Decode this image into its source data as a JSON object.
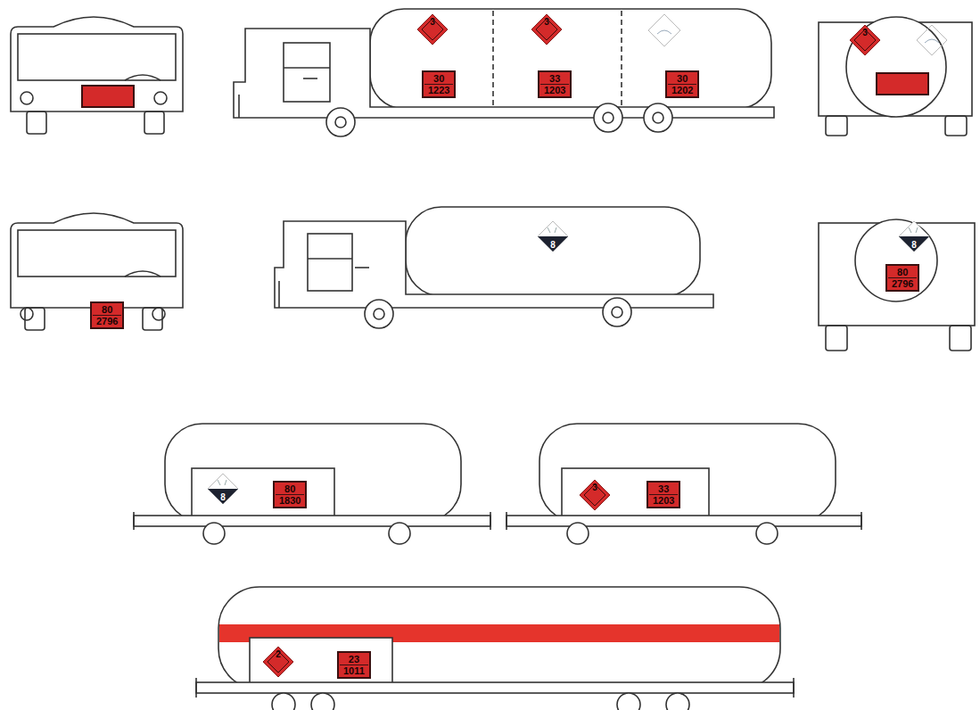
{
  "diagram": {
    "nodes": [
      {
        "text": [
          "3"
        ]
      },
      {
        "text": [
          "3"
        ]
      },
      {
        "text": [
          "3"
        ]
      },
      {
        "text": [
          "30",
          "1223"
        ]
      },
      {
        "text": [
          "33",
          "1203"
        ]
      },
      {
        "text": [
          "30",
          "1202"
        ]
      },
      {
        "text": [
          "8"
        ]
      },
      {
        "text": [
          "8"
        ]
      },
      {
        "text": [
          "80",
          "2796"
        ]
      },
      {
        "text": [
          "80",
          "2796"
        ]
      },
      {
        "text": [
          "8"
        ]
      },
      {
        "text": [
          "80",
          "1830"
        ]
      },
      {
        "text": [
          "3"
        ]
      },
      {
        "text": [
          "33",
          "1203"
        ]
      },
      {
        "text": [
          "2"
        ]
      },
      {
        "text": [
          "23",
          "1011"
        ]
      }
    ]
  }
}
